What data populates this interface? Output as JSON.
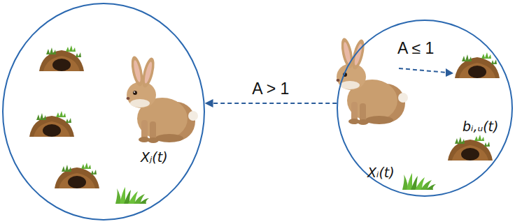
{
  "diagram": {
    "nodes": [
      {
        "text": [
          "Xⱼ(t)"
        ]
      },
      {
        "text": [
          "Xᵢ(t)",
          "bᵢ,ᵤ(t)"
        ]
      }
    ],
    "edges": [
      {
        "from": 1,
        "to": 0,
        "arrow": "to",
        "label": "A > 1"
      }
    ],
    "labels": [
      "A ≤ 1"
    ]
  }
}
